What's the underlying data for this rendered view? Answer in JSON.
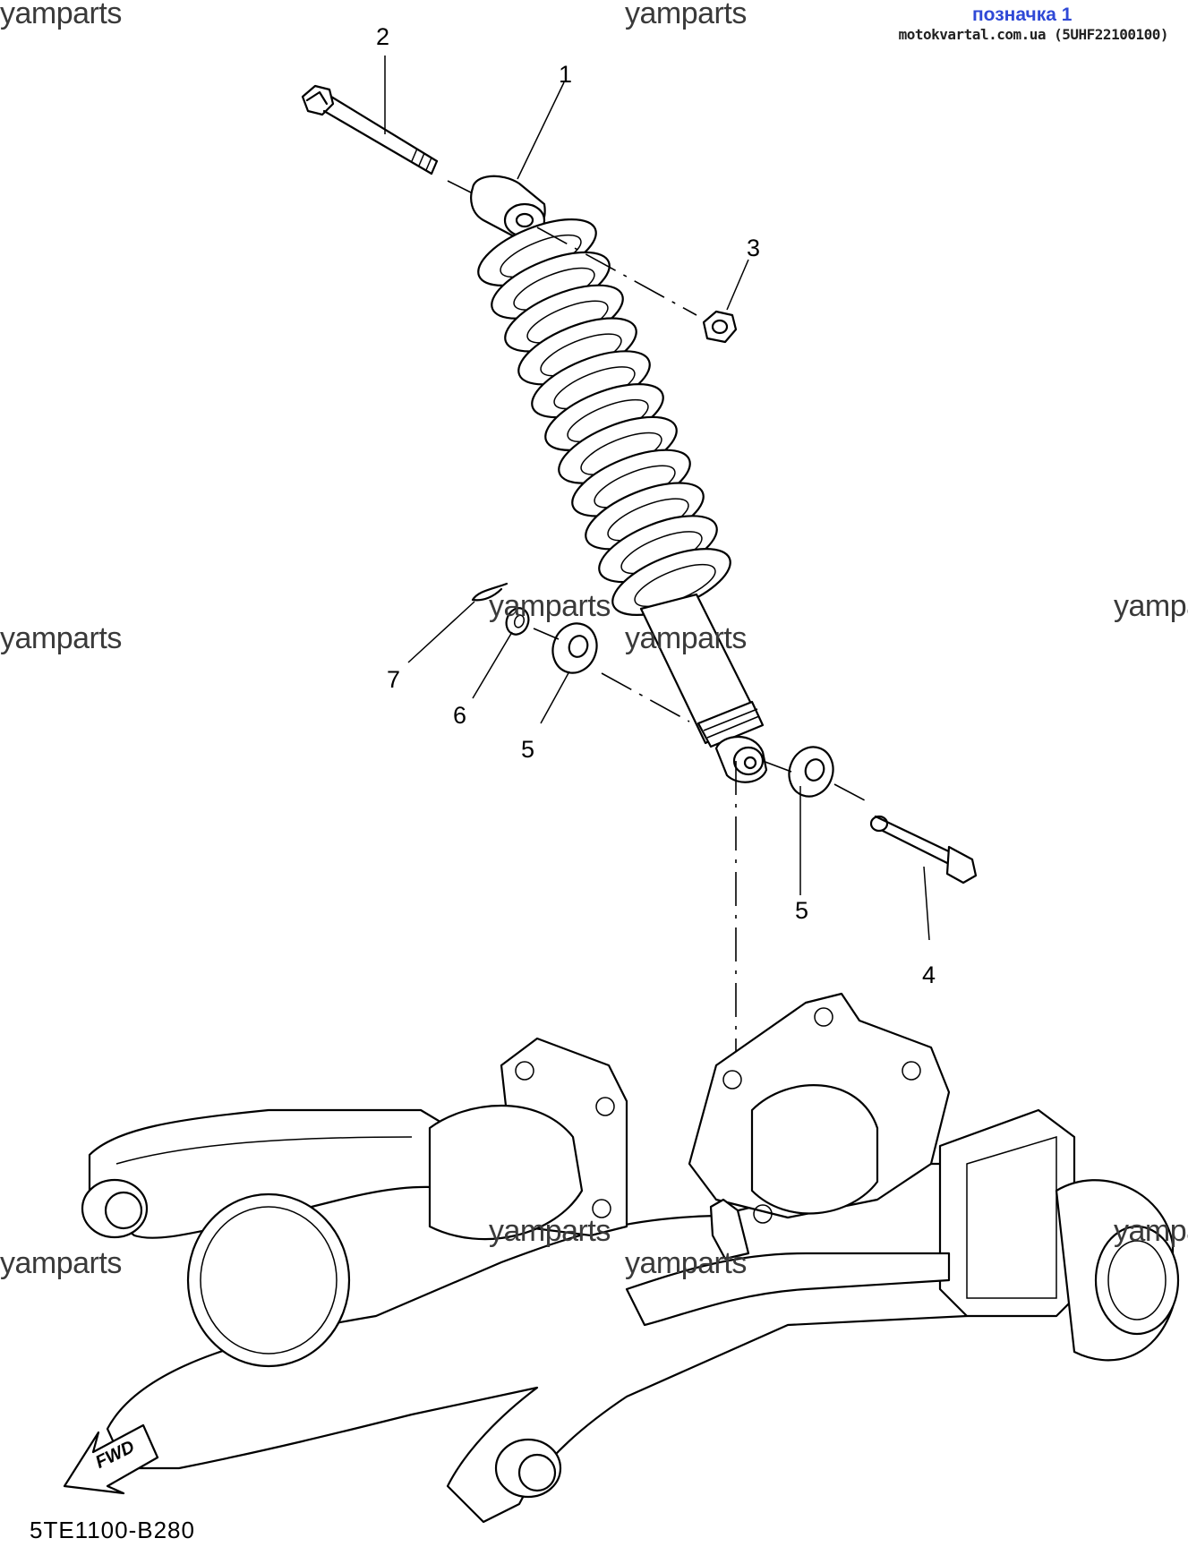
{
  "header": {
    "bookmark_label": "позначка 1",
    "source_line": "motokvartal.com.ua (5UHF22100100)"
  },
  "watermarks": [
    "yamparts",
    "yamparts",
    "yamparts",
    "yamparts",
    "yamparts",
    "yamparts",
    "yamparts",
    "yamparts",
    "yamparts",
    "yamparts"
  ],
  "callouts": {
    "c1": "1",
    "c2": "2",
    "c3": "3",
    "c4": "4",
    "c5a": "5",
    "c5b": "5",
    "c6": "6",
    "c7": "7"
  },
  "fwd_label": "FWD",
  "diagram_code": "5TE1100-B280"
}
